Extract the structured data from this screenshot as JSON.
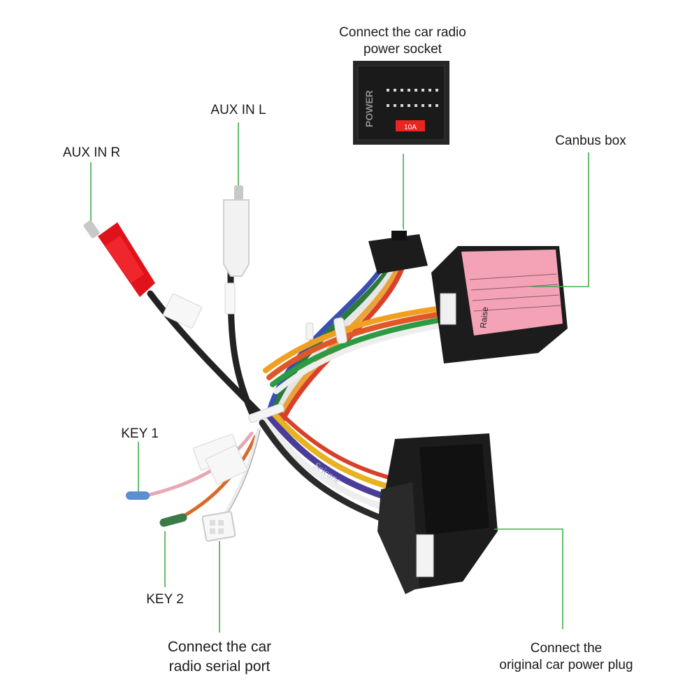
{
  "labels": {
    "power_socket": [
      "Connect the car radio",
      "power socket"
    ],
    "aux_l": "AUX IN L",
    "aux_r": "AUX IN R",
    "canbus": "Canbus box",
    "key1": "KEY 1",
    "key2": "KEY 2",
    "serial_port": [
      "Connect the car",
      "radio  serial port"
    ],
    "orig_plug": [
      "Connect the",
      "original car power plug"
    ]
  },
  "photo_text": {
    "power_inset": "POWER",
    "fuse": "10A",
    "canbus_brand": "Raise",
    "brand_on_cable": "Seicane"
  },
  "colors": {
    "leader_line": "#3fae49",
    "connector_black": "#1c1c1c",
    "rca_red": "#e0121b",
    "rca_white": "#f2f2f2",
    "canbus_label": "#f3a3b5"
  }
}
